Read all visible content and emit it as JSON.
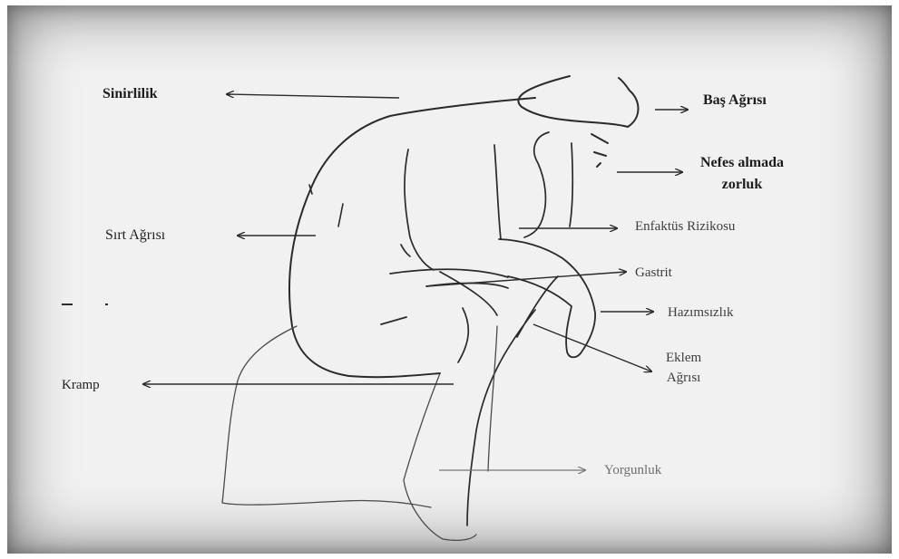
{
  "colors": {
    "ink": "#2a2a2a",
    "background": "#f1f1f1",
    "vignette": "#7a7a7a"
  },
  "illustration": {
    "subject": "thinker-figure-sketch"
  },
  "labels": {
    "sinirlilik": "Sinirlilik",
    "bas_agrisi": "Baş Ağrısı",
    "nefes_line1": "Nefes almada",
    "nefes_line2": "zorluk",
    "sirt_agrisi": "Sırt Ağrısı",
    "enfaktus": "Enfaktüs Rizikosu",
    "gastrit": "Gastrit",
    "hazimsizlik": "Hazımsızlık",
    "eklem_line1": "Eklem",
    "eklem_line2": "Ağrısı",
    "kramp": "Kramp",
    "yorgunluk": "Yorgunluk"
  }
}
